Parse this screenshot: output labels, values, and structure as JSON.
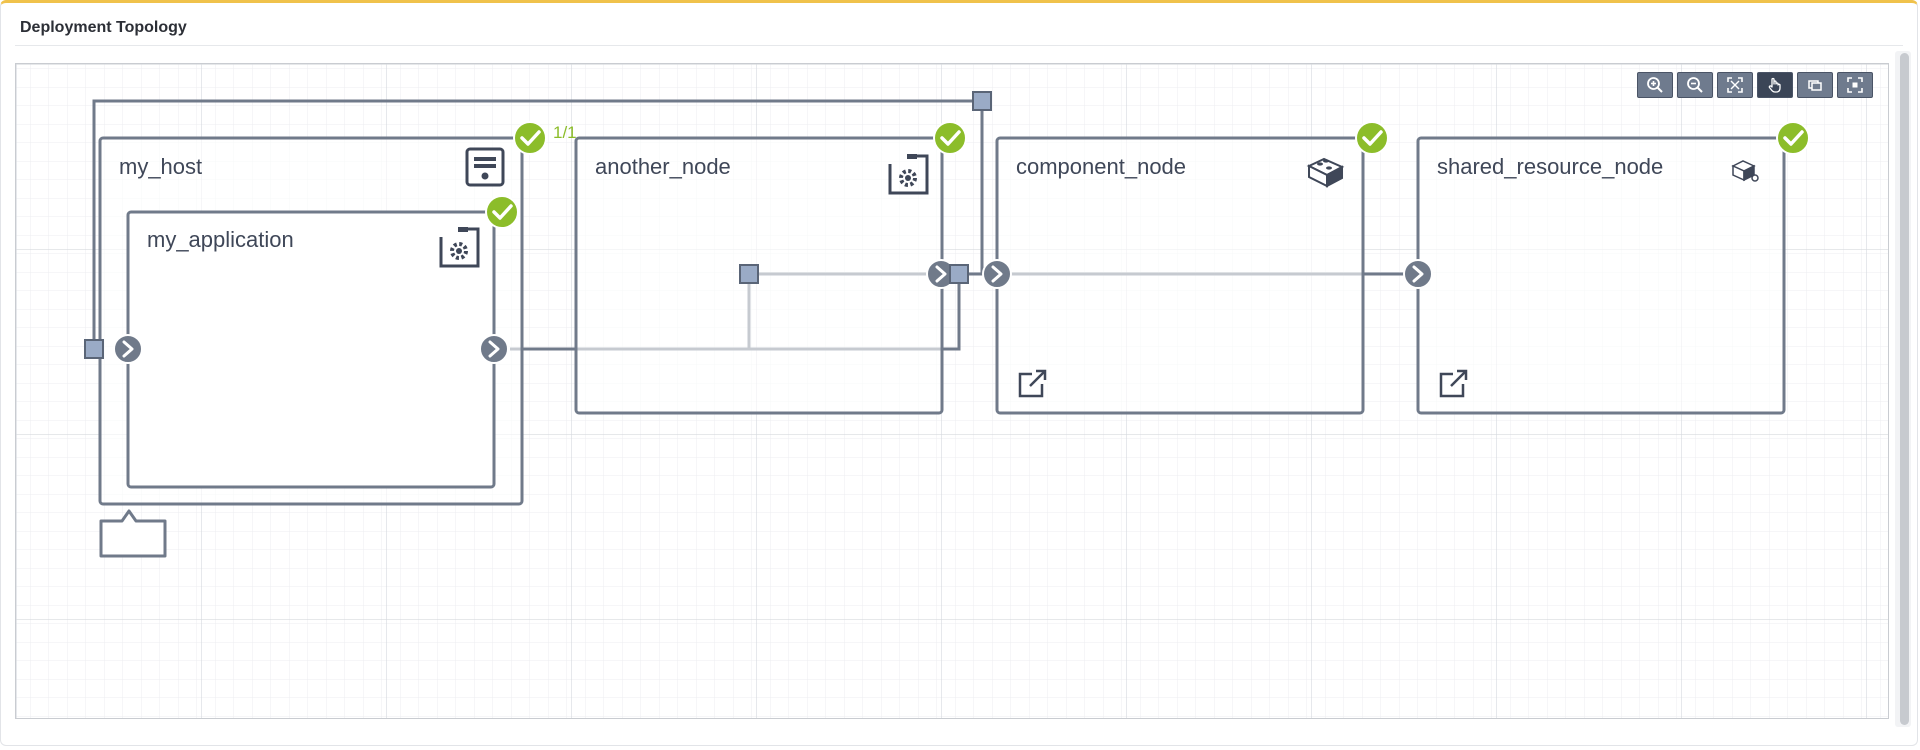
{
  "panel": {
    "title": "Deployment Topology"
  },
  "toolbar": {
    "buttons": [
      {
        "name": "zoom-in-icon"
      },
      {
        "name": "zoom-out-icon"
      },
      {
        "name": "fit-to-screen-icon"
      },
      {
        "name": "pan-hand-icon",
        "active": true
      },
      {
        "name": "copy-icon"
      },
      {
        "name": "center-icon"
      }
    ]
  },
  "nodes": {
    "my_host": {
      "label": "my_host",
      "icon": "host-icon",
      "instances": "1/1"
    },
    "my_application": {
      "label": "my_application",
      "icon": "software-gear-icon"
    },
    "another_node": {
      "label": "another_node",
      "icon": "software-gear-icon"
    },
    "component_node": {
      "label": "component_node",
      "icon": "lego-block-icon"
    },
    "shared_resource_node": {
      "label": "shared_resource_node",
      "icon": "shared-resource-icon"
    }
  },
  "colors": {
    "node_border": "#707a8a",
    "node_text": "#3f4758",
    "status_ok": "#8cbd2a",
    "connector": "#707a8a",
    "square_fill": "#9aabc6",
    "grid_minor": "#eceef1",
    "grid_major": "#dcdfe3",
    "toolbar_bg": "#6f7b8e"
  }
}
